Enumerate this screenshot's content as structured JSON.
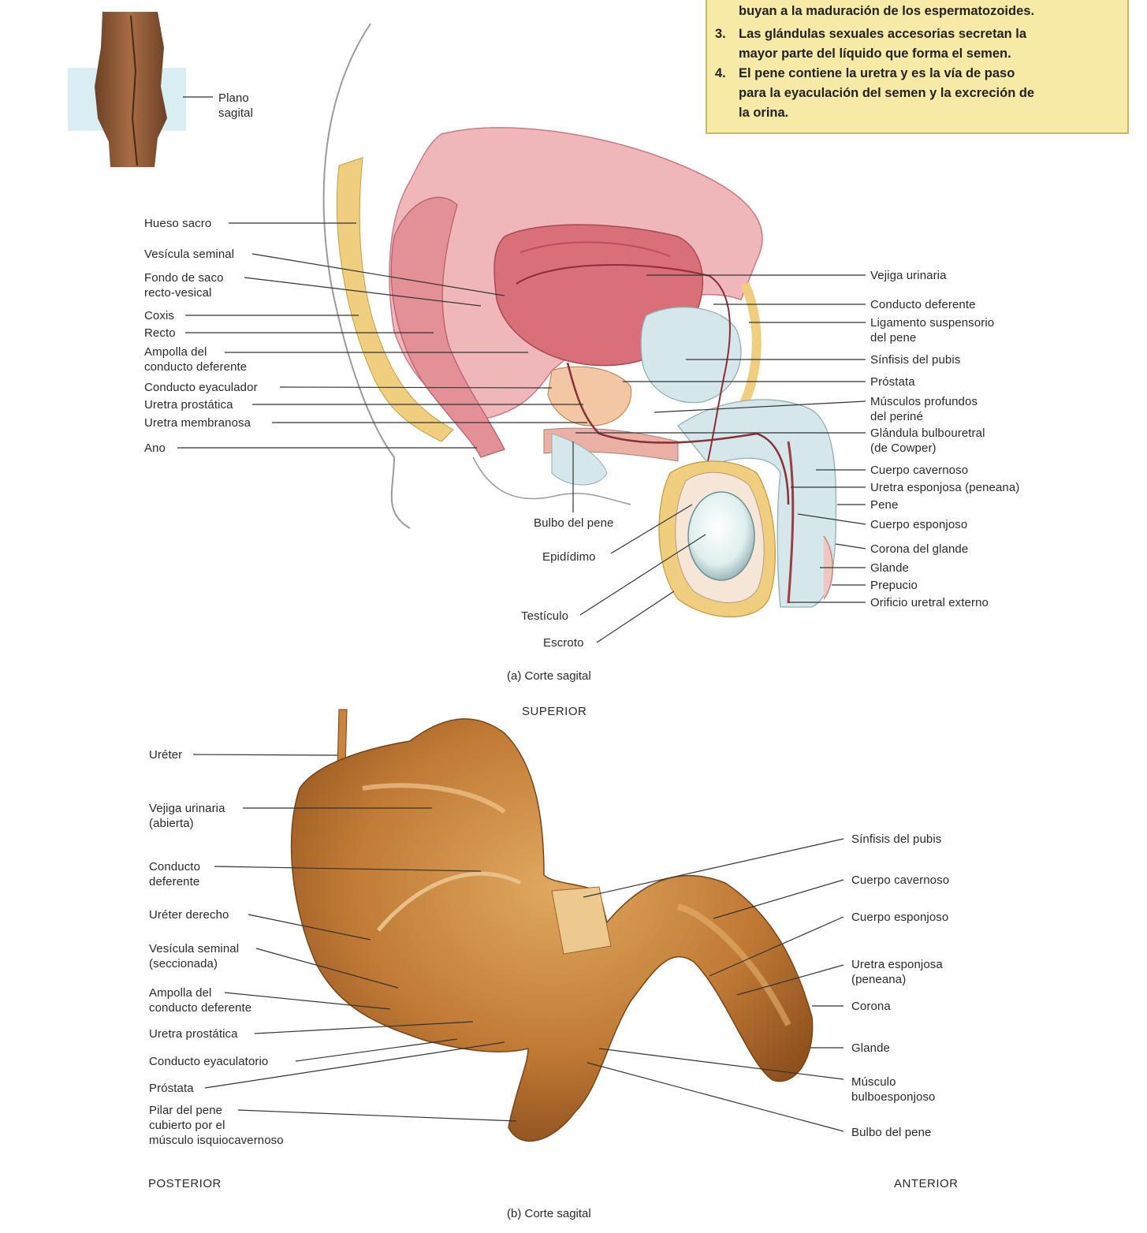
{
  "colors": {
    "key_box_bg": "#f6eaa6",
    "tissue_pink": "#e7a0a6",
    "bone_yellow": "#efcf7f",
    "cartilage_blue": "#d5e7ea",
    "specimen_orange": "#c9843d"
  },
  "key_box": {
    "items": [
      {
        "num": "",
        "text": "buyan a la maduración de los espermatozoides."
      },
      {
        "num": "3.",
        "text": "Las glándulas sexuales accesorias secretan la"
      },
      {
        "num": "",
        "text": "mayor parte del líquido que forma el semen."
      },
      {
        "num": "4.",
        "text": "El pene contiene la uretra y es la vía de paso"
      },
      {
        "num": "",
        "text": "para la eyaculación del semen y la excreción de"
      },
      {
        "num": "",
        "text": "la orina."
      }
    ]
  },
  "diagram_a": {
    "inset_label": "Plano\nsagital",
    "caption": "(a) Corte sagital",
    "left_labels": [
      "Hueso sacro",
      "Vesícula seminal",
      "Fondo de saco\nrecto-vesical",
      "Coxis",
      "Recto",
      "Ampolla del\nconducto deferente",
      "Conducto eyaculador",
      "Uretra prostática",
      "Uretra membranosa",
      "Ano"
    ],
    "right_labels": [
      "Vejiga urinaria",
      "Conducto deferente",
      "Ligamento suspensorio\ndel pene",
      "Sínfisis del pubis",
      "Próstata",
      "Músculos profundos\ndel periné",
      "Glándula bulbouretral\n(de Cowper)",
      "Cuerpo cavernoso",
      "Uretra esponjosa (peneana)",
      "Pene",
      "Cuerpo esponjoso",
      "Corona del glande",
      "Glande",
      "Prepucio",
      "Orificio uretral externo"
    ],
    "bottom_labels": [
      "Bulbo del pene",
      "Epidídimo",
      "Testículo",
      "Escroto"
    ]
  },
  "diagram_b": {
    "superior": "SUPERIOR",
    "posterior": "POSTERIOR",
    "anterior": "ANTERIOR",
    "caption": "(b) Corte sagital",
    "left_labels": [
      "Uréter",
      "Vejiga urinaria\n(abierta)",
      "Conducto\ndeferente",
      "Uréter derecho",
      "Vesícula seminal\n(seccionada)",
      "Ampolla del\nconducto deferente",
      "Uretra prostática",
      "Conducto eyaculatorio",
      "Próstata",
      "Pilar del pene\ncubierto por el\nmúsculo isquiocavernoso"
    ],
    "right_labels": [
      "Sínfisis del pubis",
      "Cuerpo cavernoso",
      "Cuerpo esponjoso",
      "Uretra esponjosa\n(peneana)",
      "Corona",
      "Glande",
      "Músculo\nbulboesponjoso",
      "Bulbo del pene"
    ]
  }
}
